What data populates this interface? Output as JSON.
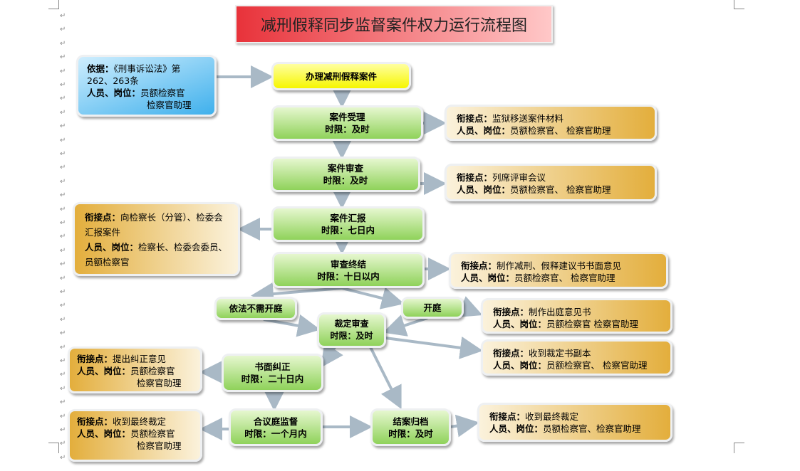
{
  "title": "减刑假释同步监督案件权力运行流程图",
  "basis": {
    "label": "依据：",
    "text": "《刑事诉讼法》第262、263条",
    "staff_label": "人员、岗位：",
    "staff1": "员额检察官",
    "staff2": "检察官助理"
  },
  "steps": {
    "start": "办理减刑假释案件",
    "accept": {
      "name": "案件受理",
      "limit": "时限：及时"
    },
    "review": {
      "name": "案件审查",
      "limit": "时限：及时"
    },
    "report": {
      "name": "案件汇报",
      "limit": "时限：七日内"
    },
    "conclude": {
      "name": "审查终结",
      "limit": "时限：十日以内"
    },
    "no_hearing": "依法不需开庭",
    "hearing": "开庭",
    "ruling": {
      "name": "裁定审查",
      "limit": "时限：及时"
    },
    "written": {
      "name": "书面纠正",
      "limit": "时限：二十日内"
    },
    "panel": {
      "name": "合议庭监督",
      "limit": "时限：一个月内"
    },
    "archive": {
      "name": "结案归档",
      "limit": "时限：及时"
    }
  },
  "links": {
    "l1": {
      "k": "衔接点：",
      "v": "监狱移送案件材料",
      "s": "人员、岗位：",
      "p": "员额检察官、 检察官助理"
    },
    "l2": {
      "k": "衔接点：",
      "v": "列席评审会议",
      "s": "人员、岗位：",
      "p": "员额检察官、 检察官助理"
    },
    "l3": {
      "k": "衔接点：",
      "v": "向检察长（分管）、检委会汇报案件",
      "s": "人员、岗位：",
      "p": "检察长、检委会委员、员额检察官"
    },
    "l4": {
      "k": "衔接点：",
      "v": "制作减刑、假释建议书书面意见",
      "s": "人员、岗位：",
      "p": "员额检察官、 检察官助理"
    },
    "l5": {
      "k": "衔接点：",
      "v": "制作出庭意见书",
      "s": "人员、岗位：",
      "p": "员额检察官 检察官助理"
    },
    "l6": {
      "k": "衔接点：",
      "v": "收到裁定书副本",
      "s": "人员、岗位：",
      "p": "员额检察官、 检察官助理"
    },
    "l7": {
      "k": "衔接点：",
      "v": "提出纠正意见",
      "s": "人员、岗位：",
      "p": "员额检察官",
      "p2": "检察官助理"
    },
    "l8": {
      "k": "衔接点：",
      "v": "收到最终裁定",
      "s": "人员、岗位：",
      "p": "员额检察官",
      "p2": "检察官助理"
    },
    "l9": {
      "k": "衔接点：",
      "v": "收到最终裁定",
      "s": "人员、岗位：",
      "p": "员额检察官、检察官助理"
    }
  },
  "colors": {
    "arrow": "#a9b9c6"
  }
}
